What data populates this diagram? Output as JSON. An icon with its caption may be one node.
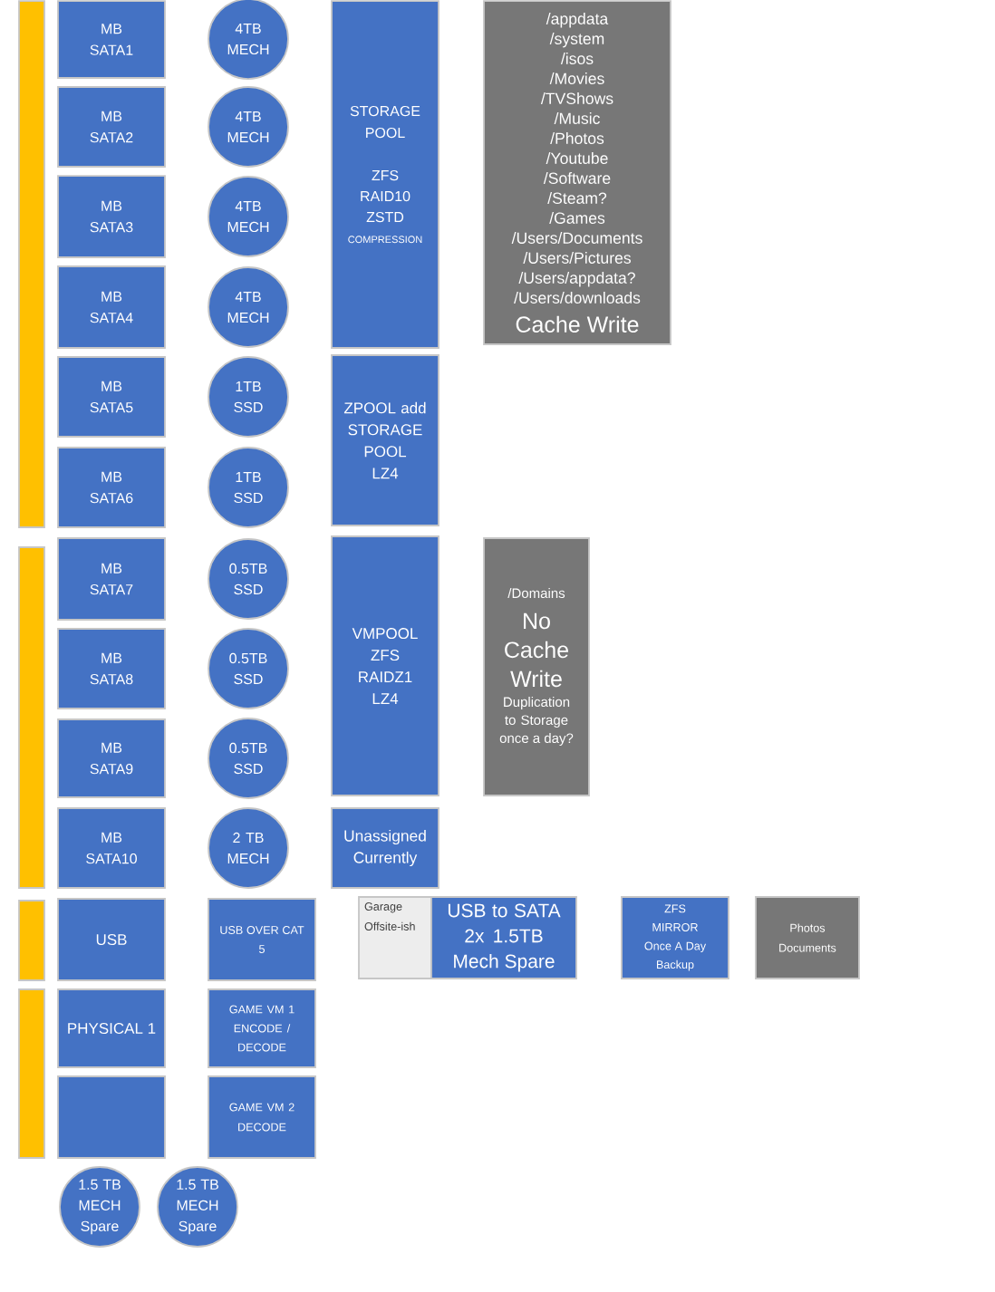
{
  "diagram": {
    "nodes": [
      {
        "text": [],
        "shape": "bar"
      },
      {
        "text": [
          "MB SATA1"
        ]
      },
      {
        "text": [
          "4TB MECH"
        ]
      },
      {
        "text": [
          "STORAGE POOL",
          "ZFS RAID10 ZSTD",
          "COMPRESSION"
        ]
      },
      {
        "text": [
          "/appdata",
          "/system",
          "/isos",
          "/Movies",
          "/TVShows",
          "/Music",
          "/Photos",
          "/Youtube",
          "/Software",
          "/Steam?",
          "/Games",
          "/Users/Documents",
          "/Users/Pictures",
          "/Users/appdata?",
          "/Users/downloads",
          "Cache Write"
        ]
      },
      {
        "text": [
          "MB SATA2"
        ]
      },
      {
        "text": [
          "4TB MECH"
        ]
      },
      {
        "text": [
          "MB SATA3"
        ]
      },
      {
        "text": [
          "4TB MECH"
        ]
      },
      {
        "text": [
          "MB SATA4"
        ]
      },
      {
        "text": [
          "4TB MECH"
        ]
      },
      {
        "text": [
          "MB SATA5"
        ]
      },
      {
        "text": [
          "1TB SSD"
        ]
      },
      {
        "text": [
          "ZPOOL add STORAGE POOL",
          "LZ4"
        ]
      },
      {
        "text": [
          "MB SATA6"
        ]
      },
      {
        "text": [
          "1TB SSD"
        ]
      },
      {
        "text": [],
        "shape": "bar"
      },
      {
        "text": [
          "MB SATA7"
        ]
      },
      {
        "text": [
          "0.5TB SSD"
        ]
      },
      {
        "text": [
          "VMPOOL ZFS RAIDZ1 LZ4"
        ]
      },
      {
        "text": [
          "/Domains",
          "No Cache Write",
          "Duplication to Storage once a day?"
        ]
      },
      {
        "text": [
          "MB SATA8"
        ]
      },
      {
        "text": [
          "0.5TB SSD"
        ]
      },
      {
        "text": [
          "MB SATA9"
        ]
      },
      {
        "text": [
          "0.5TB SSD"
        ]
      },
      {
        "text": [
          "MB SATA10"
        ]
      },
      {
        "text": [
          "2 TB MECH"
        ]
      },
      {
        "text": [
          "Unassigned Currently"
        ]
      },
      {
        "text": [],
        "shape": "bar"
      },
      {
        "text": [
          "USB"
        ]
      },
      {
        "text": [
          "USB OVER CAT 5"
        ]
      },
      {
        "text": [
          "Garage Offsite-ish"
        ]
      },
      {
        "text": [
          "USB to SATA 2x 1.5TB Mech Spare"
        ]
      },
      {
        "text": [
          "ZFS MIRROR Once A Day Backup"
        ]
      },
      {
        "text": [
          "Photos Documents"
        ]
      },
      {
        "text": [],
        "shape": "bar"
      },
      {
        "text": [
          "PHYSICAL 1"
        ]
      },
      {
        "text": [
          "GAME VM 1 ENCODE / DECODE"
        ]
      },
      {
        "text": [],
        "shape": "box"
      },
      {
        "text": [
          "GAME VM 2 DECODE"
        ]
      },
      {
        "text": [
          "1.5 TB MECH Spare"
        ]
      },
      {
        "text": [
          "1.5 TB MECH Spare"
        ]
      }
    ]
  }
}
